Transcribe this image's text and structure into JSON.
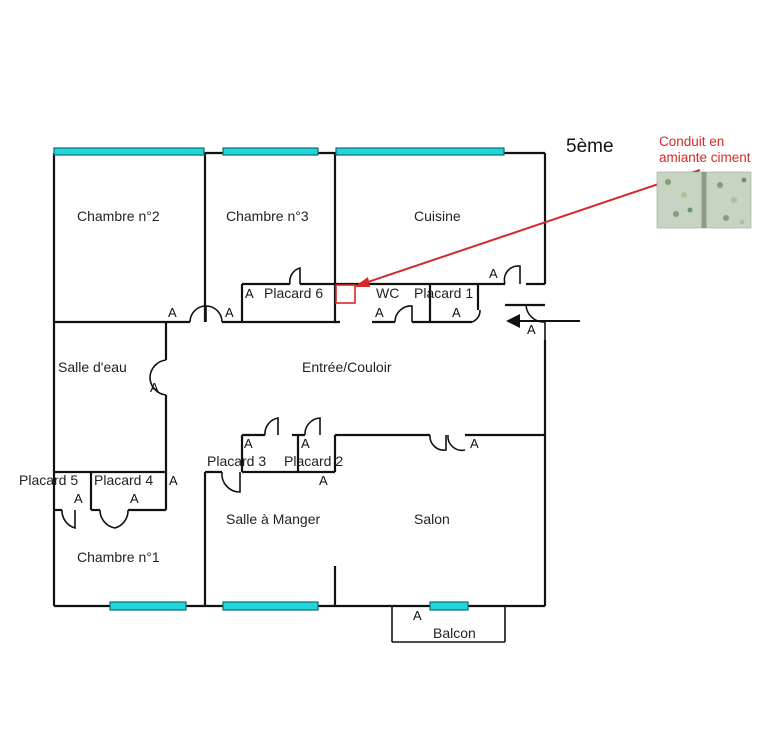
{
  "title": "5ème",
  "annotation": {
    "text_line1": "Conduit en",
    "text_line2": "amiante ciment",
    "color": "#d42a2a"
  },
  "rooms": {
    "chambre2": "Chambre n°2",
    "chambre3": "Chambre n°3",
    "cuisine": "Cuisine",
    "placard6": "Placard 6",
    "wc": "WC",
    "placard1": "Placard 1",
    "salle_eau": "Salle d'eau",
    "entree": "Entrée/Couloir",
    "placard3": "Placard 3",
    "placard2": "Placard 2",
    "placard5": "Placard 5",
    "placard4": "Placard 4",
    "salle_manger": "Salle à Manger",
    "salon": "Salon",
    "chambre1": "Chambre n°1",
    "balcon": "Balcon"
  },
  "marker": "A",
  "colors": {
    "window": "#1fd6dc",
    "wall": "#111111",
    "asbestos_box": "#d42a2a"
  }
}
